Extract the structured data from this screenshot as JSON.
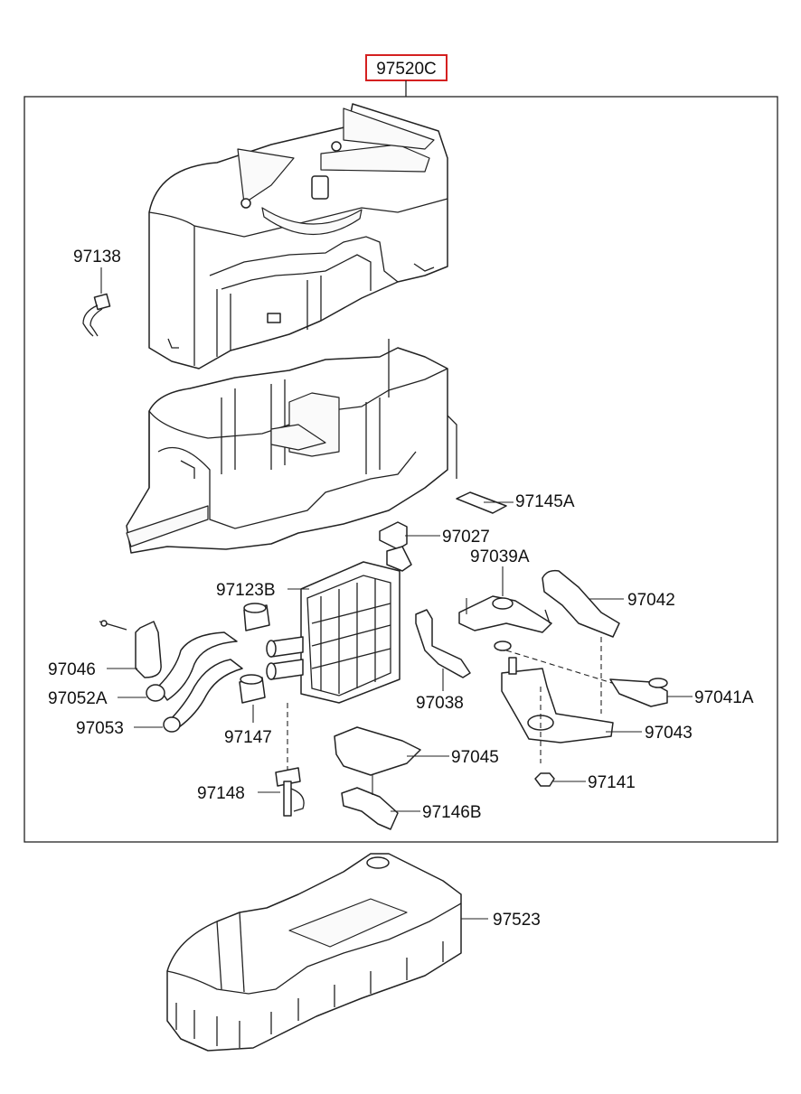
{
  "assembly": {
    "code": "97520C",
    "highlight_color": "#d42020"
  },
  "parts": [
    {
      "code": "97138"
    },
    {
      "code": "97145A"
    },
    {
      "code": "97027"
    },
    {
      "code": "97039A"
    },
    {
      "code": "97042"
    },
    {
      "code": "97123B"
    },
    {
      "code": "97046"
    },
    {
      "code": "97052A"
    },
    {
      "code": "97053"
    },
    {
      "code": "97147"
    },
    {
      "code": "97038"
    },
    {
      "code": "97041A"
    },
    {
      "code": "97043"
    },
    {
      "code": "97045"
    },
    {
      "code": "97141"
    },
    {
      "code": "97148"
    },
    {
      "code": "97146B"
    },
    {
      "code": "97523"
    }
  ]
}
